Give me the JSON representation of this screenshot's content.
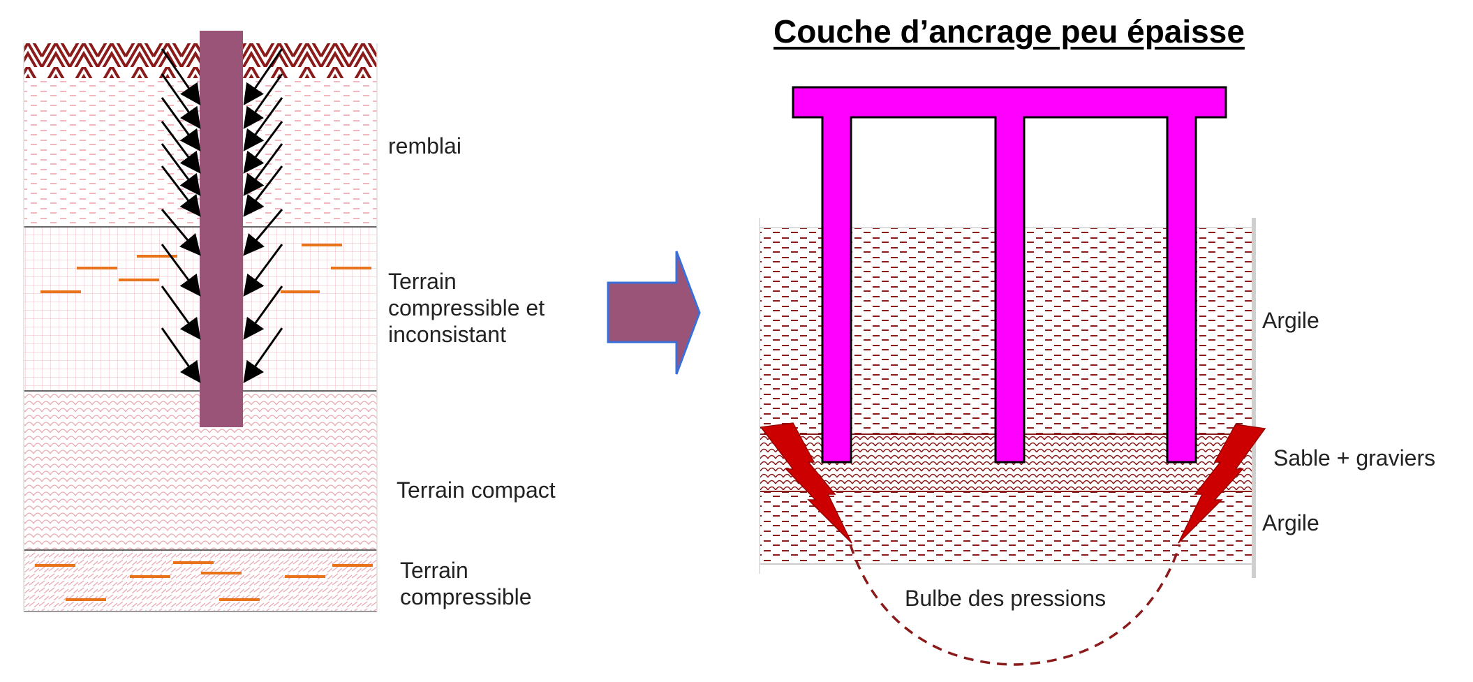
{
  "left_diagram": {
    "layers": [
      {
        "id": "surface",
        "label": ""
      },
      {
        "id": "remblai",
        "label": "remblai"
      },
      {
        "id": "terrain-compressible-inconsistant",
        "label": "Terrain\ncompressible et\ninconsistant"
      },
      {
        "id": "terrain-compact",
        "label": "Terrain compact"
      },
      {
        "id": "terrain-compressible",
        "label": "Terrain\ncompressible"
      }
    ]
  },
  "right_diagram": {
    "title": "Couche d’ancrage peu épaisse",
    "layers": [
      {
        "id": "argile-top",
        "label": "Argile"
      },
      {
        "id": "sable-graviers",
        "label": "Sable + graviers"
      },
      {
        "id": "argile-bottom",
        "label": "Argile"
      }
    ],
    "bulb_label": "Bulbe des pressions"
  },
  "colors": {
    "pile": "#9a5478",
    "structure": "#ff00ff",
    "hatch": "#8b1a1a",
    "orange": "#e8731a",
    "lightning": "#cc0000",
    "arrow_fill": "#9a5478",
    "arrow_stroke": "#3a6fd8"
  }
}
